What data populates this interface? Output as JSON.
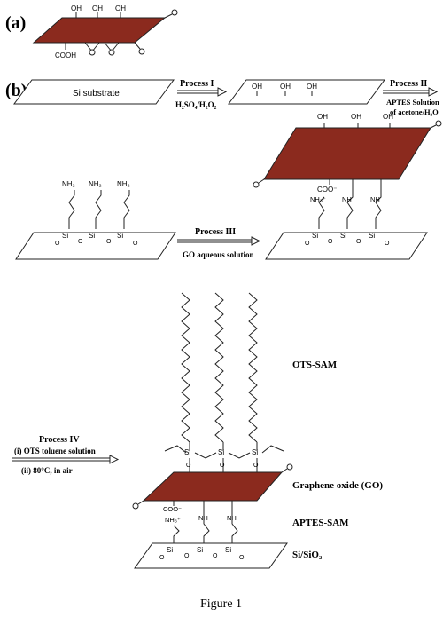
{
  "panel_a": "(a)",
  "panel_b": "(b)",
  "go_sheet": {
    "oh": "OH",
    "cooh": "COOH",
    "coo_minus": "COO⁻",
    "o": "O"
  },
  "step1": {
    "substrate": "Si substrate",
    "process_title": "Process I",
    "reagent": "H₂SO₄/H₂O₂"
  },
  "step2": {
    "oh": "OH",
    "process_title": "Process II",
    "reagent_line1": "APTES Solution",
    "reagent_line2": "of acetone/H₂O"
  },
  "step3": {
    "nh2": "NH₂",
    "nh": "NH",
    "nh3": "NH₃⁺",
    "si": "Si",
    "o": "O",
    "process_title": "Process III",
    "reagent": "GO aqueous solution"
  },
  "step4": {
    "process_title": "Process IV",
    "reagent_line1": "(i) OTS toluene solution",
    "reagent_line2": "(ii) 80°C, in air"
  },
  "layers": {
    "ots": "OTS-SAM",
    "go": "Graphene oxide (GO)",
    "aptes": "APTES-SAM",
    "substrate": "Si/SiO₂"
  },
  "caption": "Figure 1",
  "colors": {
    "go_fill": "#8b2a1e",
    "line": "#222222"
  }
}
